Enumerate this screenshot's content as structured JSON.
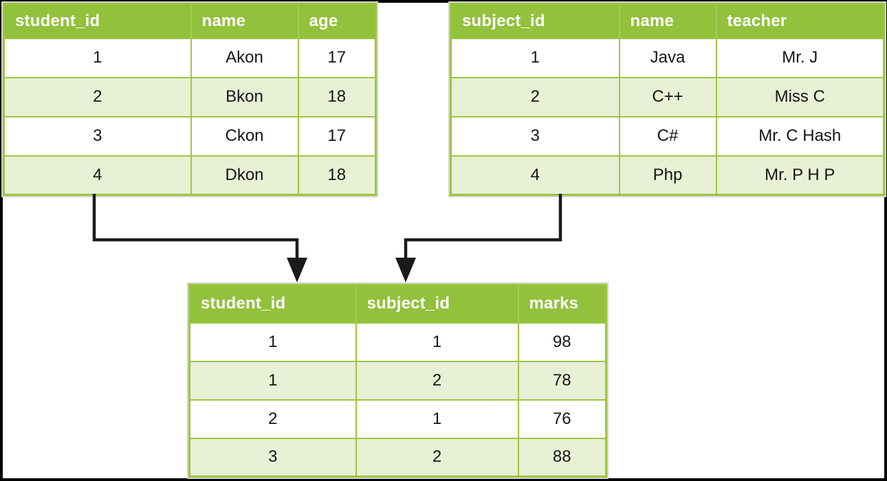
{
  "tables": {
    "students": {
      "columns": [
        "student_id",
        "name",
        "age"
      ],
      "rows": [
        [
          "1",
          "Akon",
          "17"
        ],
        [
          "2",
          "Bkon",
          "18"
        ],
        [
          "3",
          "Ckon",
          "17"
        ],
        [
          "4",
          "Dkon",
          "18"
        ]
      ]
    },
    "subjects": {
      "columns": [
        "subject_id",
        "name",
        "teacher"
      ],
      "rows": [
        [
          "1",
          "Java",
          "Mr. J"
        ],
        [
          "2",
          "C++",
          "Miss C"
        ],
        [
          "3",
          "C#",
          "Mr. C Hash"
        ],
        [
          "4",
          "Php",
          "Mr. P H P"
        ]
      ]
    },
    "marks": {
      "columns": [
        "student_id",
        "subject_id",
        "marks"
      ],
      "rows": [
        [
          "1",
          "1",
          "98"
        ],
        [
          "1",
          "2",
          "78"
        ],
        [
          "2",
          "1",
          "76"
        ],
        [
          "3",
          "2",
          "88"
        ]
      ]
    }
  },
  "connectors": [
    {
      "from": "students.student_id",
      "to": "marks.student_id"
    },
    {
      "from": "subjects.subject_id",
      "to": "marks.subject_id"
    }
  ],
  "colors": {
    "header_green": "#92c13c",
    "border_green": "#9cc63f",
    "row_alt": "#e8f0d5",
    "row_white": "#ffffff",
    "header_text": "#ffffff",
    "cell_text": "#151515",
    "connector": "#1b1b1b",
    "frame": "#000000"
  }
}
